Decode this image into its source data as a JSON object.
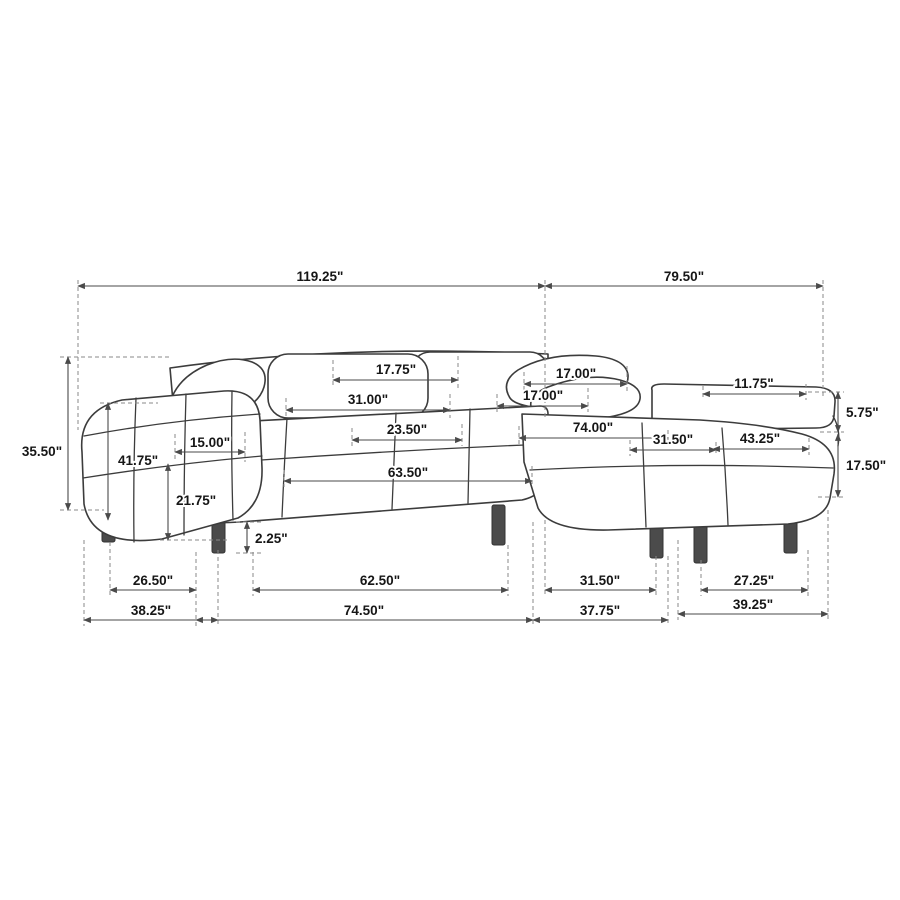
{
  "drawing": {
    "subject": "sectional-sofa-with-chaise-dimension-diagram"
  },
  "dims": {
    "overall_width_left": "119.25\"",
    "overall_width_right": "79.50\"",
    "overall_height": "35.50\"",
    "back_cushion_seat_width": "17.75\"",
    "back_cushion_width": "31.00\"",
    "pillow_back_width": "17.00\"",
    "pillow_front_width": "17.00\"",
    "right_arm_length": "11.75\"",
    "right_back_height": "5.75\"",
    "seat_cushion_depth": "23.50\"",
    "chaise_length": "74.00\"",
    "chaise_seat_width": "31.50\"",
    "chaise_overall_width": "43.25\"",
    "left_arm_height": "41.75\"",
    "left_arm_width": "15.00\"",
    "seat_height": "17.50\"",
    "seat_interior_width": "63.50\"",
    "arm_front_height": "21.75\"",
    "leg_height": "2.25\"",
    "arm_leg_span": "26.50\"",
    "seat_leg_span": "62.50\"",
    "chaise_leg_span": "31.50\"",
    "right_leg_span": "27.25\"",
    "arm_overall_depth": "38.25\"",
    "left_base_span": "74.50\"",
    "chaise_base_span": "37.75\"",
    "chaise_overall_depth": "39.25\""
  }
}
